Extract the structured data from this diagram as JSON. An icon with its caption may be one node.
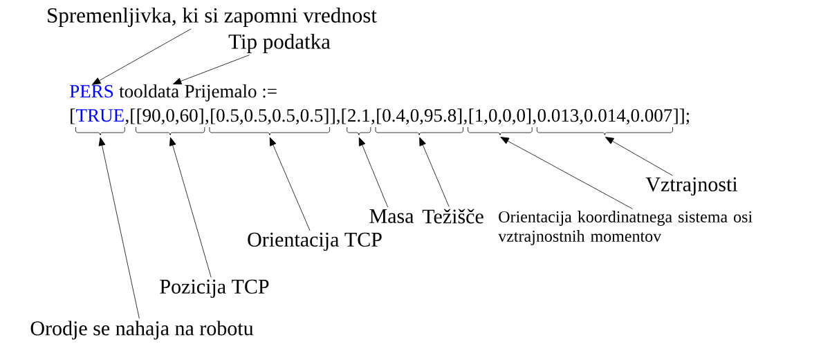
{
  "diagram": {
    "nodes": [
      {
        "text": [
          "Spremenljivka, ki si zapomni vrednost"
        ]
      },
      {
        "text": [
          "Tip podatka"
        ]
      },
      {
        "text": [
          "PERS"
        ]
      },
      {
        "text": [
          "tooldata"
        ]
      },
      {
        "text": [
          "TRUE"
        ]
      },
      {
        "text": [
          "[90,0,60]"
        ]
      },
      {
        "text": [
          "[0.5,0.5,0.5,0.5]"
        ]
      },
      {
        "text": [
          "2.1"
        ]
      },
      {
        "text": [
          "[0.4,0,95.8]"
        ]
      },
      {
        "text": [
          "[1,0,0,0]"
        ]
      },
      {
        "text": [
          "0.013,0.014,0.007"
        ]
      },
      {
        "text": [
          "Vztrajnosti"
        ]
      },
      {
        "text": [
          "Masa"
        ]
      },
      {
        "text": [
          "Težišče"
        ]
      },
      {
        "text": [
          "Orientacija koordinatnega sistema osi vztrajnostnih momentov"
        ]
      },
      {
        "text": [
          "Orientacija TCP"
        ]
      },
      {
        "text": [
          "Pozicija TCP"
        ]
      },
      {
        "text": [
          "Orodje se nahaja na robotu"
        ]
      }
    ],
    "edges": [
      {
        "from": 0,
        "to": 2,
        "arrow": "to"
      },
      {
        "from": 1,
        "to": 3,
        "arrow": "to"
      },
      {
        "from": 17,
        "to": 4,
        "arrow": "to"
      },
      {
        "from": 16,
        "to": 5,
        "arrow": "to"
      },
      {
        "from": 15,
        "to": 6,
        "arrow": "to"
      },
      {
        "from": 12,
        "to": 7,
        "arrow": "to"
      },
      {
        "from": 13,
        "to": 8,
        "arrow": "to"
      },
      {
        "from": 14,
        "to": 9,
        "arrow": "to"
      },
      {
        "from": 11,
        "to": 10,
        "arrow": "to"
      }
    ],
    "labels": [
      "Prijemalo :=",
      "[",
      ",[",
      ",",
      "],[",
      ",",
      ",",
      ",",
      "]];"
    ]
  }
}
